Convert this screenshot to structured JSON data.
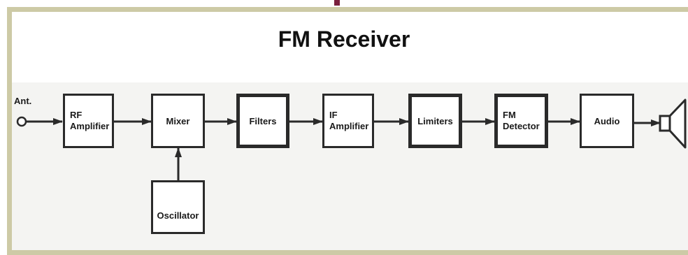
{
  "title": "FM Receiver",
  "antenna_label": "Ant.",
  "blocks": {
    "rf_amplifier": "RF Amplifier",
    "mixer": "Mixer",
    "filters": "Filters",
    "if_amplifier": "IF Amplifier",
    "limiters": "Limiters",
    "fm_detector": "FM Detector",
    "audio": "Audio",
    "oscillator": "Oscillator"
  },
  "colors": {
    "frame": "#cdcaa6",
    "accent": "#7a1f3d",
    "line": "#2a2a2a"
  },
  "icons": {
    "antenna": "antenna-terminal-icon",
    "speaker": "speaker-icon"
  }
}
